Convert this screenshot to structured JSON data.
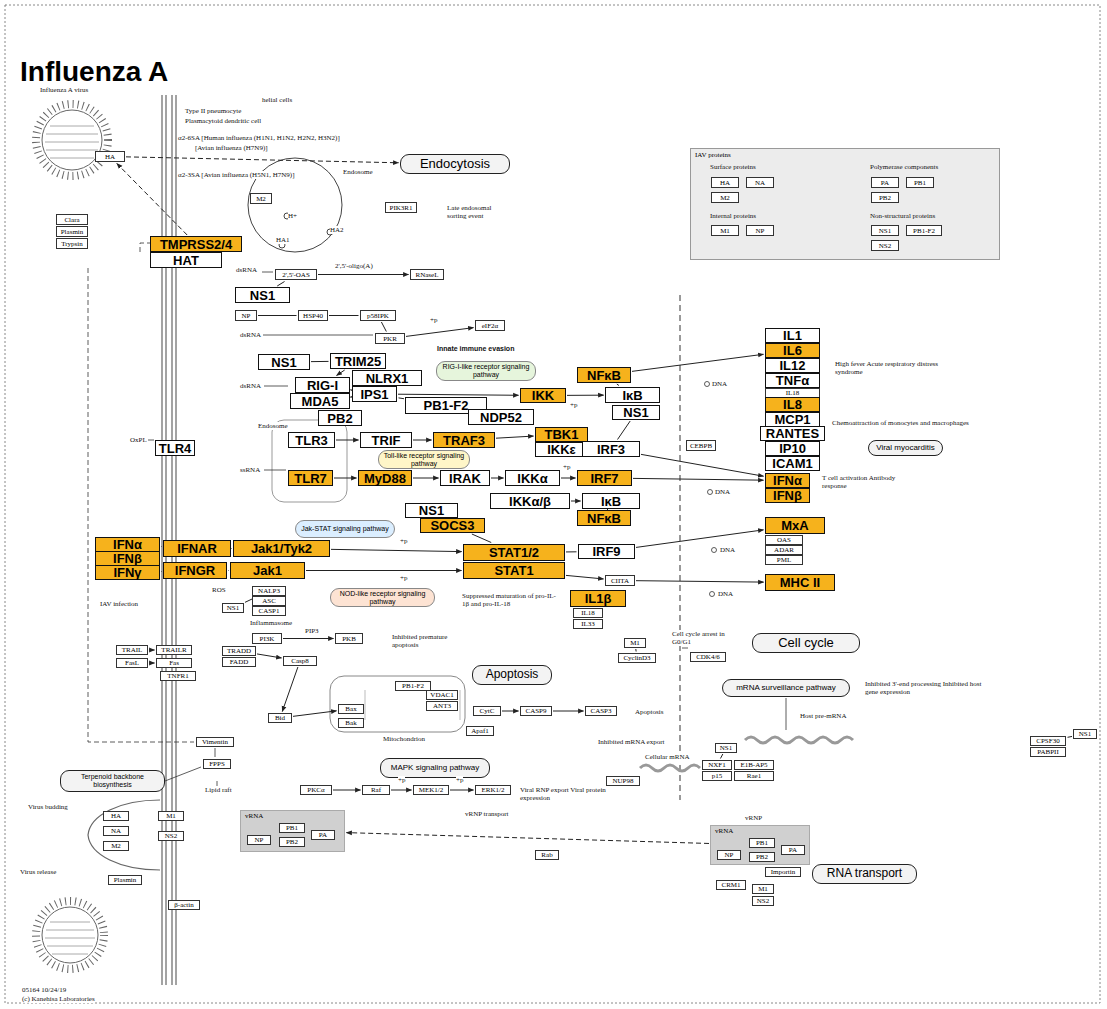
{
  "diagram": {
    "title": "Influenza A",
    "nodes": [
      {
        "text": [
          "Endocytosis"
        ]
      },
      {
        "text": [
          "HA"
        ]
      },
      {
        "text": [
          "Clara"
        ]
      },
      {
        "text": [
          "Plasmin"
        ]
      },
      {
        "text": [
          "Trypsin"
        ]
      },
      {
        "text": [
          "TMPRSS2/4"
        ]
      },
      {
        "text": [
          "HAT"
        ]
      },
      {
        "text": [
          "M2"
        ]
      },
      {
        "text": [
          "PIK3R1"
        ]
      },
      {
        "text": [
          "IAV proteins"
        ]
      },
      {
        "text": [
          "HA"
        ],
        "in": 9
      },
      {
        "text": [
          "NA"
        ],
        "in": 9
      },
      {
        "text": [
          "M2"
        ],
        "in": 9
      },
      {
        "text": [
          "PA"
        ],
        "in": 9
      },
      {
        "text": [
          "PB1"
        ],
        "in": 9
      },
      {
        "text": [
          "PB2"
        ],
        "in": 9
      },
      {
        "text": [
          "M1"
        ],
        "in": 9
      },
      {
        "text": [
          "NP"
        ],
        "in": 9
      },
      {
        "text": [
          "NS1"
        ],
        "in": 9
      },
      {
        "text": [
          "PB1-F2"
        ],
        "in": 9
      },
      {
        "text": [
          "NS2"
        ],
        "in": 9
      },
      {
        "text": [
          "2',5'-OAS"
        ]
      },
      {
        "text": [
          "RNaseL"
        ]
      },
      {
        "text": [
          "NS1"
        ]
      },
      {
        "text": [
          "NP"
        ]
      },
      {
        "text": [
          "HSP40"
        ]
      },
      {
        "text": [
          "p58IPK"
        ]
      },
      {
        "text": [
          "PKR"
        ]
      },
      {
        "text": [
          "eIF2α"
        ]
      },
      {
        "text": [
          "NS1"
        ]
      },
      {
        "text": [
          "TRIM25"
        ]
      },
      {
        "text": [
          "RIG-I-like receptor signaling pathway"
        ]
      },
      {
        "text": [
          "NLRX1"
        ]
      },
      {
        "text": [
          "RIG-I"
        ]
      },
      {
        "text": [
          "IPS1"
        ]
      },
      {
        "text": [
          "MDA5"
        ]
      },
      {
        "text": [
          "PB2"
        ]
      },
      {
        "text": [
          "PB1-F2"
        ]
      },
      {
        "text": [
          "NDP52"
        ]
      },
      {
        "text": [
          "IKK"
        ]
      },
      {
        "text": [
          "NFκB"
        ]
      },
      {
        "text": [
          "IκB"
        ]
      },
      {
        "text": [
          "NS1"
        ]
      },
      {
        "text": [
          "TLR3"
        ]
      },
      {
        "text": [
          "TRIF"
        ]
      },
      {
        "text": [
          "TRAF3"
        ]
      },
      {
        "text": [
          "TBK1"
        ]
      },
      {
        "text": [
          "IKKε"
        ]
      },
      {
        "text": [
          "IRF3"
        ]
      },
      {
        "text": [
          "Toll-like receptor signaling pathway"
        ]
      },
      {
        "text": [
          "TLR4"
        ]
      },
      {
        "text": [
          "TLR7"
        ]
      },
      {
        "text": [
          "MyD88"
        ]
      },
      {
        "text": [
          "IRAK"
        ]
      },
      {
        "text": [
          "IKKα"
        ]
      },
      {
        "text": [
          "IRF7"
        ]
      },
      {
        "text": [
          "IKKα/β"
        ]
      },
      {
        "text": [
          "IκB"
        ]
      },
      {
        "text": [
          "NFκB"
        ]
      },
      {
        "text": [
          "IL1"
        ]
      },
      {
        "text": [
          "IL6"
        ]
      },
      {
        "text": [
          "IL12"
        ]
      },
      {
        "text": [
          "TNFα"
        ]
      },
      {
        "text": [
          "IL18"
        ]
      },
      {
        "text": [
          "IL8"
        ]
      },
      {
        "text": [
          "MCP1"
        ]
      },
      {
        "text": [
          "RANTES"
        ]
      },
      {
        "text": [
          "IP10"
        ]
      },
      {
        "text": [
          "ICAM1"
        ]
      },
      {
        "text": [
          "Viral myocarditis"
        ]
      },
      {
        "text": [
          "CEBPB"
        ]
      },
      {
        "text": [
          "IFNα"
        ]
      },
      {
        "text": [
          "IFNβ"
        ]
      },
      {
        "text": [
          "NS1"
        ]
      },
      {
        "text": [
          "SOCS3"
        ]
      },
      {
        "text": [
          "Jak-STAT signaling pathway"
        ]
      },
      {
        "text": [
          "IFNα"
        ]
      },
      {
        "text": [
          "IFNβ"
        ]
      },
      {
        "text": [
          "IFNγ"
        ]
      },
      {
        "text": [
          "IFNAR"
        ]
      },
      {
        "text": [
          "Jak1/Tyk2"
        ]
      },
      {
        "text": [
          "IFNGR"
        ]
      },
      {
        "text": [
          "Jak1"
        ]
      },
      {
        "text": [
          "STAT1/2"
        ]
      },
      {
        "text": [
          "STAT1"
        ]
      },
      {
        "text": [
          "IRF9"
        ]
      },
      {
        "text": [
          "CIITA"
        ]
      },
      {
        "text": [
          "MxA"
        ]
      },
      {
        "text": [
          "OAS"
        ]
      },
      {
        "text": [
          "ADAR"
        ]
      },
      {
        "text": [
          "PML"
        ]
      },
      {
        "text": [
          "MHC II"
        ]
      },
      {
        "text": [
          "NALP3"
        ]
      },
      {
        "text": [
          "ASC"
        ]
      },
      {
        "text": [
          "CASP1"
        ]
      },
      {
        "text": [
          "NS1"
        ]
      },
      {
        "text": [
          "NOD-like receptor signaling pathway"
        ]
      },
      {
        "text": [
          "IL1β"
        ]
      },
      {
        "text": [
          "IL18"
        ]
      },
      {
        "text": [
          "IL33"
        ]
      },
      {
        "text": [
          "PI3K"
        ]
      },
      {
        "text": [
          "PKB"
        ]
      },
      {
        "text": [
          "M1"
        ]
      },
      {
        "text": [
          "CyclinD3"
        ]
      },
      {
        "text": [
          "CDK4/6"
        ]
      },
      {
        "text": [
          "Cell cycle"
        ]
      },
      {
        "text": [
          "TRAIL"
        ]
      },
      {
        "text": [
          "TRAILR"
        ]
      },
      {
        "text": [
          "FasL"
        ]
      },
      {
        "text": [
          "Fas"
        ]
      },
      {
        "text": [
          "TNFR1"
        ]
      },
      {
        "text": [
          "TRADD"
        ]
      },
      {
        "text": [
          "FADD"
        ]
      },
      {
        "text": [
          "Casp8"
        ]
      },
      {
        "text": [
          "Bid"
        ]
      },
      {
        "text": [
          "Bax"
        ]
      },
      {
        "text": [
          "Bak"
        ]
      },
      {
        "text": [
          "PB1-F2"
        ]
      },
      {
        "text": [
          "VDAC1"
        ]
      },
      {
        "text": [
          "ANT3"
        ]
      },
      {
        "text": [
          "Apoptosis"
        ]
      },
      {
        "text": [
          "CytC"
        ]
      },
      {
        "text": [
          "CASP9"
        ]
      },
      {
        "text": [
          "CASP3"
        ]
      },
      {
        "text": [
          "Apaf1"
        ]
      },
      {
        "text": [
          "mRNA surveillance pathway"
        ]
      },
      {
        "text": [
          "NS1"
        ]
      },
      {
        "text": [
          "CPSF30"
        ]
      },
      {
        "text": [
          "PABPII"
        ]
      },
      {
        "text": [
          "NS1"
        ]
      },
      {
        "text": [
          "NXF1"
        ]
      },
      {
        "text": [
          "E1B-AP5"
        ]
      },
      {
        "text": [
          "p15"
        ]
      },
      {
        "text": [
          "Rae1"
        ]
      },
      {
        "text": [
          "NUP98"
        ]
      },
      {
        "text": [
          "Vimentin"
        ]
      },
      {
        "text": [
          "FPPS"
        ]
      },
      {
        "text": [
          "Terpenoid backbone biosynthesis"
        ]
      },
      {
        "text": [
          "MAPK signaling pathway"
        ]
      },
      {
        "text": [
          "PKCα"
        ]
      },
      {
        "text": [
          "Raf"
        ]
      },
      {
        "text": [
          "MEK1/2"
        ]
      },
      {
        "text": [
          "ERK1/2"
        ]
      },
      {
        "text": [
          "HA"
        ]
      },
      {
        "text": [
          "NA"
        ]
      },
      {
        "text": [
          "M2"
        ]
      },
      {
        "text": [
          "M1"
        ]
      },
      {
        "text": [
          "NS2"
        ]
      },
      {
        "text": [
          "Plasmin"
        ]
      },
      {
        "text": [
          "β-actin"
        ]
      },
      {
        "text": [
          "vRNA"
        ]
      },
      {
        "text": [
          "NP"
        ],
        "in": 150
      },
      {
        "text": [
          "PB1"
        ],
        "in": 150
      },
      {
        "text": [
          "PB2"
        ],
        "in": 150
      },
      {
        "text": [
          "PA"
        ],
        "in": 150
      },
      {
        "text": [
          "Rab"
        ]
      },
      {
        "text": [
          "vRNA"
        ]
      },
      {
        "text": [
          "NP"
        ],
        "in": 156
      },
      {
        "text": [
          "PB1"
        ],
        "in": 156
      },
      {
        "text": [
          "PB2"
        ],
        "in": 156
      },
      {
        "text": [
          "PA"
        ],
        "in": 156
      },
      {
        "text": [
          "Importin"
        ]
      },
      {
        "text": [
          "CRM1"
        ]
      },
      {
        "text": [
          "M1"
        ]
      },
      {
        "text": [
          "NS2"
        ]
      },
      {
        "text": [
          "RNA transport"
        ]
      }
    ],
    "edges": [
      {
        "from": 1,
        "to": 0,
        "arrow": "to"
      },
      {
        "from": 5,
        "to": 1,
        "arrow": "to"
      },
      {
        "from": 21,
        "to": 22,
        "arrow": "to"
      },
      {
        "from": 23,
        "to": 21,
        "arrow": "none"
      },
      {
        "from": 24,
        "to": 25,
        "arrow": "none"
      },
      {
        "from": 25,
        "to": 26,
        "arrow": "none"
      },
      {
        "from": 26,
        "to": 27,
        "arrow": "none"
      },
      {
        "from": 27,
        "to": 28,
        "arrow": "to"
      },
      {
        "from": 29,
        "to": 30,
        "arrow": "none"
      },
      {
        "from": 30,
        "to": 33,
        "arrow": "to"
      },
      {
        "from": 33,
        "to": 34,
        "arrow": "to"
      },
      {
        "from": 35,
        "to": 34,
        "arrow": "to"
      },
      {
        "from": 32,
        "to": 34,
        "arrow": "none"
      },
      {
        "from": 37,
        "to": 34,
        "arrow": "none"
      },
      {
        "from": 34,
        "to": 39,
        "arrow": "to"
      },
      {
        "from": 39,
        "to": 41,
        "arrow": "to"
      },
      {
        "from": 40,
        "to": 41,
        "arrow": "none"
      },
      {
        "from": 42,
        "to": 48,
        "arrow": "none"
      },
      {
        "from": 43,
        "to": 44,
        "arrow": "to"
      },
      {
        "from": 44,
        "to": 45,
        "arrow": "to"
      },
      {
        "from": 45,
        "to": 46,
        "arrow": "to"
      },
      {
        "from": 46,
        "to": 48,
        "arrow": "to"
      },
      {
        "from": 51,
        "to": 52,
        "arrow": "to"
      },
      {
        "from": 52,
        "to": 53,
        "arrow": "to"
      },
      {
        "from": 53,
        "to": 54,
        "arrow": "to"
      },
      {
        "from": 54,
        "to": 55,
        "arrow": "to"
      },
      {
        "from": 56,
        "to": 57,
        "arrow": "to"
      },
      {
        "from": 58,
        "to": 57,
        "arrow": "none"
      },
      {
        "from": 40,
        "to": 60,
        "arrow": "to"
      },
      {
        "from": 48,
        "to": 71,
        "arrow": "to"
      },
      {
        "from": 55,
        "to": 71,
        "arrow": "to"
      },
      {
        "from": 76,
        "to": 79,
        "arrow": "none"
      },
      {
        "from": 79,
        "to": 80,
        "arrow": "none"
      },
      {
        "from": 80,
        "to": 83,
        "arrow": "to"
      },
      {
        "from": 78,
        "to": 81,
        "arrow": "none"
      },
      {
        "from": 81,
        "to": 82,
        "arrow": "none"
      },
      {
        "from": 82,
        "to": 84,
        "arrow": "to"
      },
      {
        "from": 74,
        "to": 83,
        "arrow": "none"
      },
      {
        "from": 83,
        "to": 85,
        "arrow": "none"
      },
      {
        "from": 85,
        "to": 87,
        "arrow": "to"
      },
      {
        "from": 84,
        "to": 86,
        "arrow": "to"
      },
      {
        "from": 86,
        "to": 91,
        "arrow": "to"
      },
      {
        "from": 95,
        "to": 92,
        "arrow": "none"
      },
      {
        "from": 100,
        "to": 101,
        "arrow": "to"
      },
      {
        "from": 106,
        "to": 107,
        "arrow": "to"
      },
      {
        "from": 108,
        "to": 109,
        "arrow": "to"
      },
      {
        "from": 111,
        "to": 113,
        "arrow": "to"
      },
      {
        "from": 113,
        "to": 114,
        "arrow": "to"
      },
      {
        "from": 114,
        "to": 115,
        "arrow": "to"
      },
      {
        "from": 121,
        "to": 122,
        "arrow": "to"
      },
      {
        "from": 122,
        "to": 123,
        "arrow": "to"
      },
      {
        "from": 102,
        "to": 103,
        "arrow": "none"
      },
      {
        "from": 126,
        "to": 127,
        "arrow": "none"
      },
      {
        "from": 129,
        "to": 130,
        "arrow": "none"
      },
      {
        "from": 139,
        "to": 140,
        "arrow": "to"
      },
      {
        "from": 140,
        "to": 141,
        "arrow": "to"
      },
      {
        "from": 141,
        "to": 142,
        "arrow": "to"
      },
      {
        "from": 156,
        "to": 150,
        "arrow": "to"
      }
    ],
    "labels": [
      "Influenza A virus",
      "helial cells",
      "Type II pneumocyte",
      "Plasmacytoid dendritic cell",
      "α2-6SA [Human influenza (H1N1, H1N2, H2N2, H3N2)]",
      "[Avian influenza (H7N9)]",
      "α2-3SA [Avian influenza (H5N1, H7N9)]",
      "Endosome",
      "H+",
      "HA2",
      "HA1",
      "Late endosomal sorting event",
      "dsRNA",
      "2',5'-oligo(A)",
      "dsRNA",
      "+p",
      "Innate immune evasion",
      "dsRNA",
      "+p",
      "Endosome",
      "OxPL",
      "ssRNA",
      "+p",
      "DNA",
      "High fever Acute respiratory distress syndrome",
      "Chemoattraction of monocytes and macrophages",
      "DNA",
      "T cell activation Antibody response",
      "+p",
      "+p",
      "DNA",
      "DNA",
      "ROS",
      "Suppressed maturation of pro-IL-1β and pro-IL-18",
      "Inflammasome",
      "IAV infection",
      "PIP3",
      "Inhibited premature apoptosis",
      "Cell cycle arrest in G0/G1",
      "Mitochondrion",
      "Apoptosis",
      "Inhibited 3'-end processing Inhibited host gene expression",
      "Host pre-mRNA",
      "Cellular mRNA",
      "Inhibited mRNA export",
      "Lipid raft",
      "Viral RNP export Viral protein expression",
      "Virus budding",
      "vRNP transport",
      "vRNP",
      "Virus release",
      "05164 10/24/19",
      "(c) Kanehisa Laboratories",
      "Surface proteins",
      "Polymerase components",
      "Internal proteins",
      "Non-structural proteins",
      "+p",
      "+p"
    ]
  }
}
